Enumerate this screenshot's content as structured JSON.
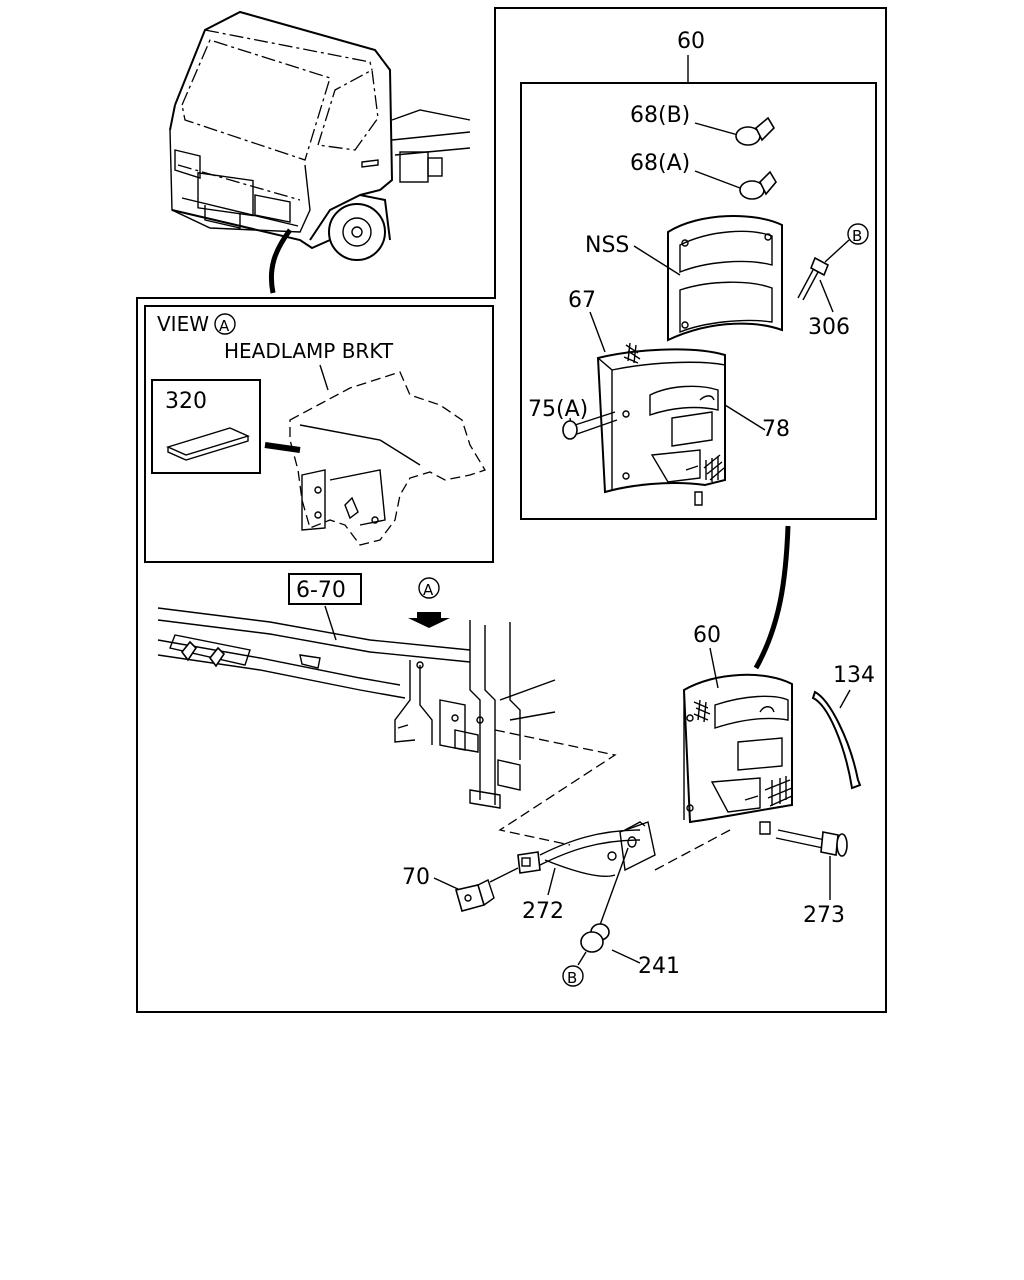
{
  "view_box": {
    "title": "VIEW",
    "title_marker": "A",
    "bracket_label": "HEADLAMP BRKT",
    "part_320": "320"
  },
  "top_detail": {
    "assembly": "60",
    "bulb_b": "68(B)",
    "bulb_a": "68(A)",
    "nss": "NSS",
    "screw_marker": "B",
    "screw": "306",
    "lens": "67",
    "screw_75a": "75(A)",
    "housing": "78"
  },
  "main": {
    "frame_ref": "6-70",
    "view_marker": "A",
    "lamp_assembly": "60",
    "reflector": "134",
    "clip": "70",
    "harness": "272",
    "bolt": "273",
    "socket": "241",
    "socket_marker": "B"
  }
}
